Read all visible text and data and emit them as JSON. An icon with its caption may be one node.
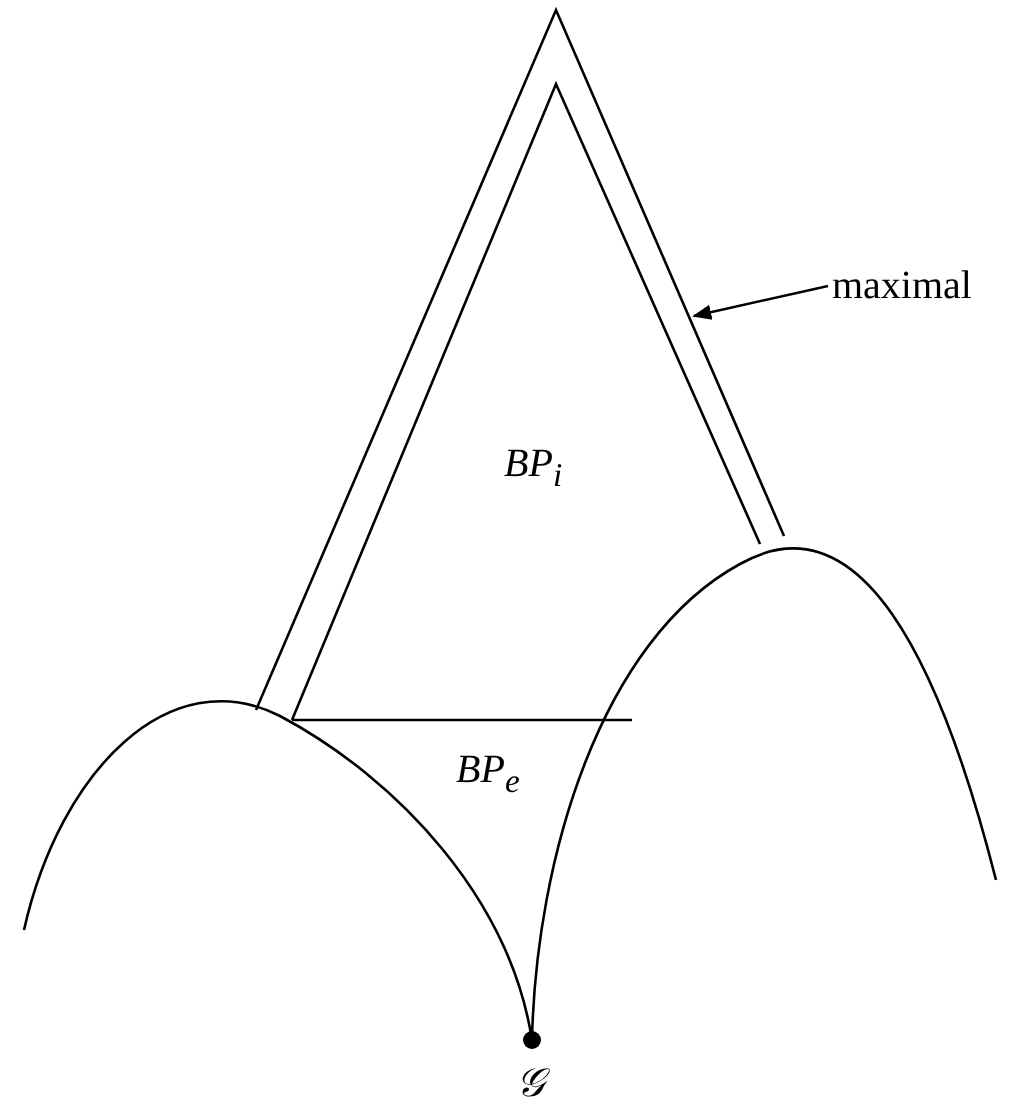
{
  "diagram": {
    "nodes": [
      {
        "text": [
          "maximal"
        ]
      },
      {
        "text": [],
        "shape": "band"
      }
    ],
    "edges": [
      {
        "from": 0,
        "to": 1,
        "arrow": "to"
      }
    ],
    "labels": [
      "BP$_{i}$",
      "BP$_{e}$",
      "𝒢"
    ]
  }
}
